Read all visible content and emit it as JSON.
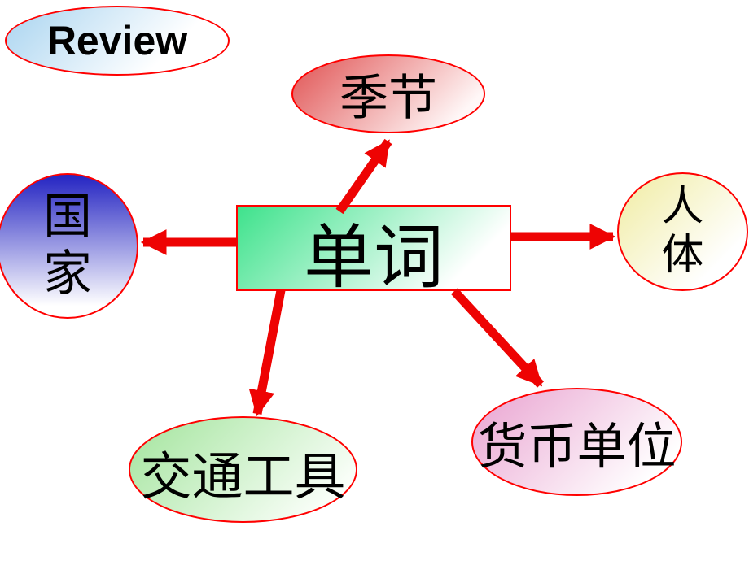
{
  "slide": {
    "colors": {
      "background": "#ffffff",
      "arrow": "#ee0303",
      "border": "#ff0000",
      "text": "#000000"
    }
  },
  "nodes": {
    "review": {
      "label": "Review",
      "fill": "#a9d4f0"
    },
    "center": {
      "label": "单词",
      "fill": "#3ee28c"
    },
    "seasons": {
      "label": "季节",
      "fill": "#e05252"
    },
    "countries": {
      "label": "国家",
      "fill": "#2424c2"
    },
    "human_body": {
      "label": "人体",
      "fill": "#f0eca2"
    },
    "transport": {
      "label": "交通工具",
      "fill": "#a2e49c"
    },
    "currency": {
      "label": "货币单位",
      "fill": "#e9a2d0"
    }
  },
  "edges": [
    {
      "from": "center",
      "to": "seasons"
    },
    {
      "from": "center",
      "to": "countries"
    },
    {
      "from": "center",
      "to": "human_body"
    },
    {
      "from": "center",
      "to": "transport"
    },
    {
      "from": "center",
      "to": "currency"
    }
  ]
}
